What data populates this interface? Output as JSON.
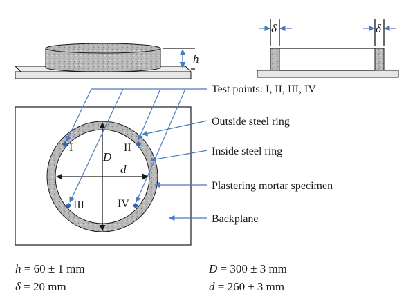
{
  "labels": {
    "h": "h",
    "delta_left": "δ",
    "delta_right": "δ",
    "D": "D",
    "d": "d",
    "point_1": "I",
    "point_2": "II",
    "point_3": "III",
    "point_4": "IV",
    "test_points": "Test points: I, II, III, IV",
    "outside_ring": "Outside steel ring",
    "inside_ring": "Inside steel ring",
    "specimen": "Plastering mortar specimen",
    "backplane": "Backplane"
  },
  "dimensions": {
    "h_sym": "h",
    "h_val": "= 60 ± 1 mm",
    "delta_sym": "δ",
    "delta_val": "= 20 mm",
    "D_sym": "D",
    "D_val": "= 300 ± 3 mm",
    "d_sym": "d",
    "d_val": "= 260 ± 3 mm"
  },
  "colors": {
    "leader": "#4a7bc0",
    "mortar": "#b4b4b4",
    "test_point": "#3b62b0"
  }
}
